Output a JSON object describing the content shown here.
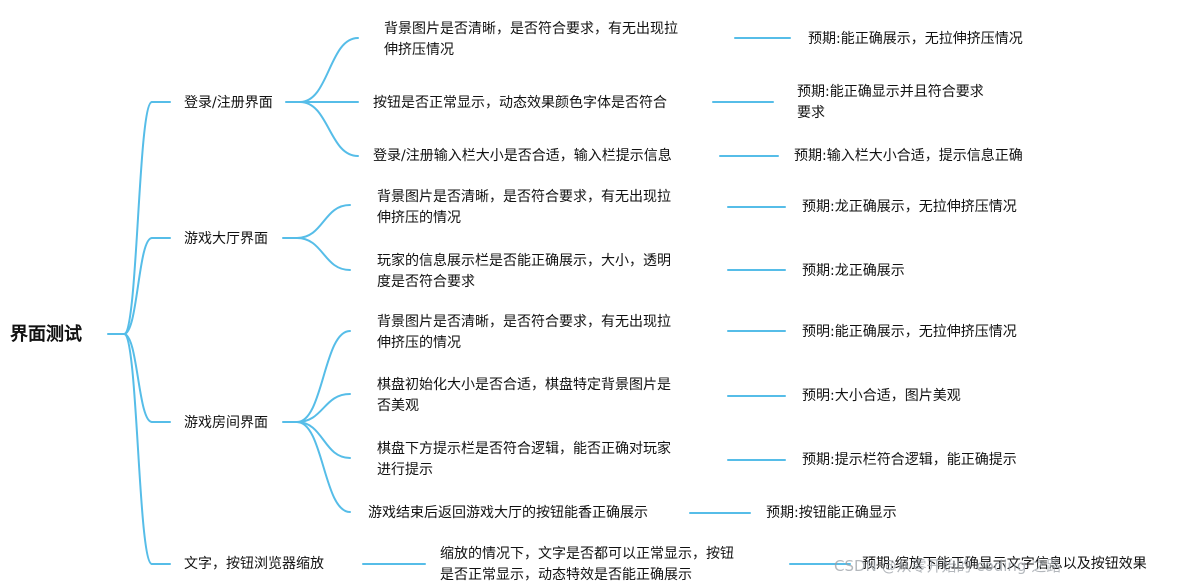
{
  "root": "界面测试",
  "categories": [
    {
      "label": "登录/注册界面",
      "checks": [
        {
          "lines": [
            "背景图片是否清晰，是否符合要求，有无出现拉",
            "伸挤压情况"
          ],
          "expect": [
            "预期:能正确展示，无拉伸挤压情况"
          ]
        },
        {
          "lines": [
            "按钮是否正常显示，动态效果颜色字体是否符合"
          ],
          "expect": [
            "预期:能正确显示并且符合要求",
            "要求"
          ]
        },
        {
          "lines": [
            "登录/注册输入栏大小是否合适，输入栏提示信息"
          ],
          "expect": [
            "预期:输入栏大小合适，提示信息正确"
          ]
        }
      ]
    },
    {
      "label": "游戏大厅界面",
      "checks": [
        {
          "lines": [
            "背景图片是否清晰，是否符合要求，有无出现拉",
            "伸挤压的情况"
          ],
          "expect": [
            "预期:龙正确展示，无拉伸挤压情况"
          ]
        },
        {
          "lines": [
            "玩家的信息展示栏是否能正确展示，大小，透明",
            "度是否符合要求"
          ],
          "expect": [
            "预期:龙正确展示"
          ]
        }
      ]
    },
    {
      "label": "游戏房间界面",
      "checks": [
        {
          "lines": [
            "背景图片是否清晰，是否符合要求，有无出现拉",
            "伸挤压的情况"
          ],
          "expect": [
            "预明:能正确展示，无拉伸挤压情况"
          ]
        },
        {
          "lines": [
            "棋盘初始化大小是否合适，棋盘特定背景图片是",
            "否美观"
          ],
          "expect": [
            "预明:大小合适，图片美观"
          ]
        },
        {
          "lines": [
            "棋盘下方提示栏是否符合逻辑，能否正确对玩家",
            "进行提示"
          ],
          "expect": [
            "预期:提示栏符合逻辑，能正确提示"
          ]
        },
        {
          "lines": [
            "游戏结束后返回游戏大厅的按钮能香正确展示"
          ],
          "expect": [
            "预期:按钮能正确显示"
          ]
        }
      ]
    },
    {
      "label": "文字，按钮浏览器缩放",
      "checks": [
        {
          "lines": [
            "缩放的情况下，文字是否都可以正常显示，按钮",
            "是否正常显示，动态特效是否能正确展示"
          ],
          "expect": [
            "预期:缩放下能正确显示文字信息以及按钮效果"
          ]
        }
      ]
    }
  ],
  "watermark": "CSDN @从零开始的 coding 之路",
  "colors": {
    "connector": "#56bde8",
    "text": "#111111"
  }
}
